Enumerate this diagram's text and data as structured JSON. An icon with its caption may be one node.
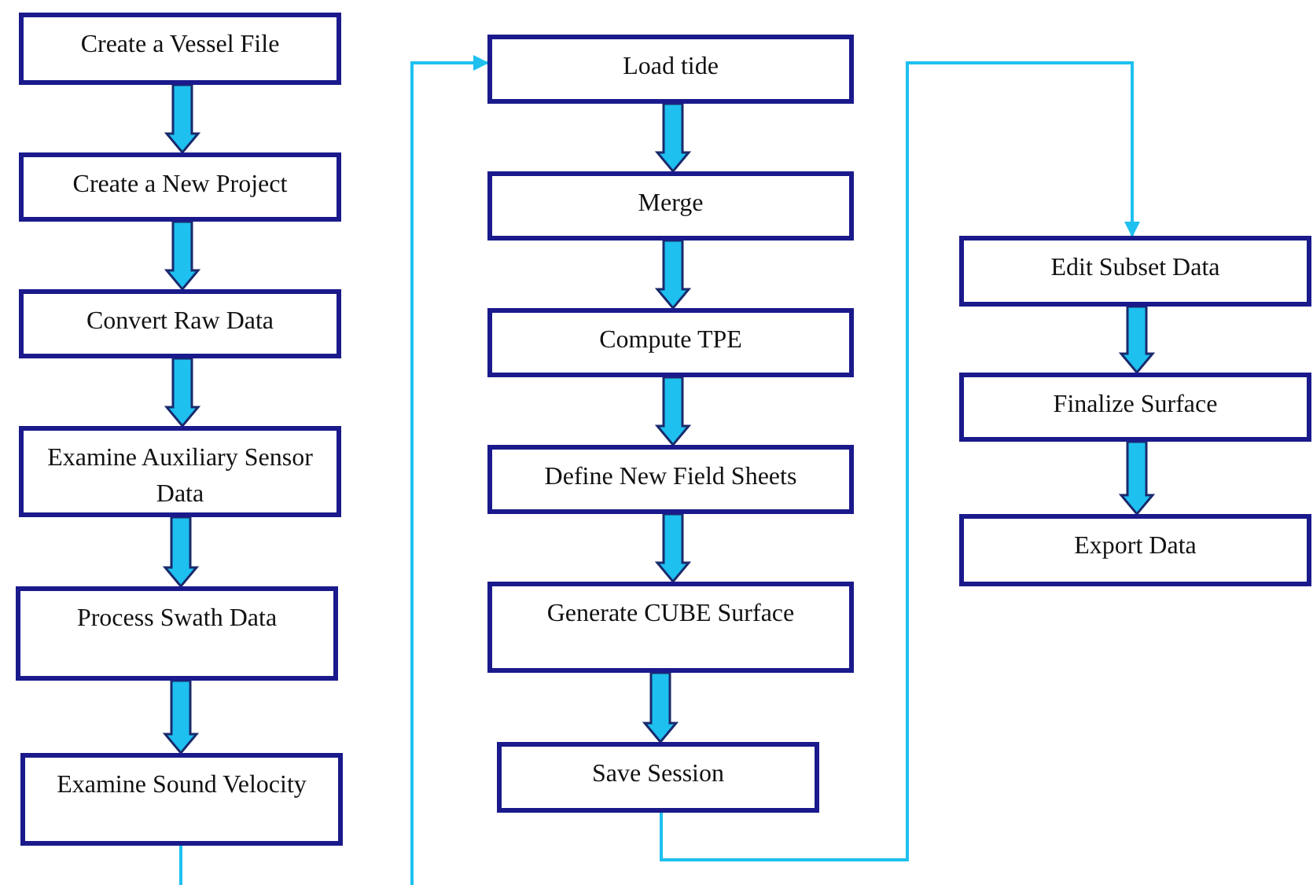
{
  "diagram": {
    "nodes": [
      {
        "text": [
          "Create a Vessel File"
        ]
      },
      {
        "text": [
          "Create a New Project"
        ]
      },
      {
        "text": [
          "Convert Raw Data"
        ]
      },
      {
        "text": [
          "Examine Auxiliary Sensor Data"
        ]
      },
      {
        "text": [
          "Process Swath Data"
        ]
      },
      {
        "text": [
          "Examine Sound Velocity"
        ]
      },
      {
        "text": [
          "Load tide"
        ]
      },
      {
        "text": [
          "Merge"
        ]
      },
      {
        "text": [
          "Compute TPE"
        ]
      },
      {
        "text": [
          "Define New Field Sheets"
        ]
      },
      {
        "text": [
          "Generate CUBE Surface"
        ]
      },
      {
        "text": [
          "Save Session"
        ]
      },
      {
        "text": [
          "Edit Subset Data"
        ]
      },
      {
        "text": [
          "Finalize Surface"
        ]
      },
      {
        "text": [
          "Export Data"
        ]
      }
    ],
    "edges": [
      {
        "from": 0,
        "to": 1,
        "arrow": "to",
        "style": "thick"
      },
      {
        "from": 1,
        "to": 2,
        "arrow": "to",
        "style": "thick"
      },
      {
        "from": 2,
        "to": 3,
        "arrow": "to",
        "style": "thick"
      },
      {
        "from": 3,
        "to": 4,
        "arrow": "to",
        "style": "thick"
      },
      {
        "from": 4,
        "to": 5,
        "arrow": "to",
        "style": "thick"
      },
      {
        "from": 5,
        "to": null,
        "arrow": "none"
      },
      {
        "from": null,
        "to": 6,
        "arrow": "to"
      },
      {
        "from": 6,
        "to": 7,
        "arrow": "to",
        "style": "thick"
      },
      {
        "from": 7,
        "to": 8,
        "arrow": "to",
        "style": "thick"
      },
      {
        "from": 8,
        "to": 9,
        "arrow": "to",
        "style": "thick"
      },
      {
        "from": 9,
        "to": 10,
        "arrow": "to",
        "style": "thick"
      },
      {
        "from": 10,
        "to": 11,
        "arrow": "to",
        "style": "thick"
      },
      {
        "from": 11,
        "to": 12,
        "arrow": "to"
      },
      {
        "from": 12,
        "to": 13,
        "arrow": "to",
        "style": "thick"
      },
      {
        "from": 13,
        "to": 14,
        "arrow": "to",
        "style": "thick"
      }
    ]
  }
}
